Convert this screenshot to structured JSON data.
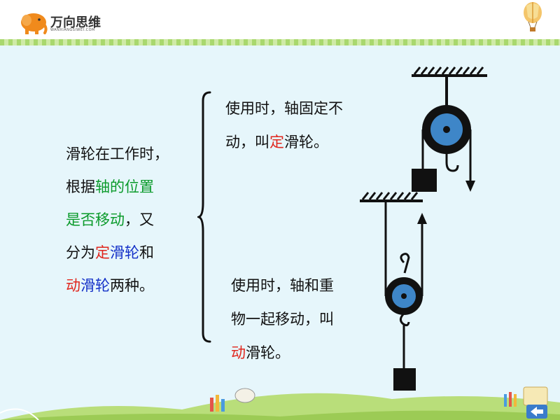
{
  "logo": {
    "name": "万向思维",
    "subtitle": "WANXIANGSIWEI.COM"
  },
  "left_text": {
    "line1": "滑轮在工作时，",
    "line2_prefix": "根据",
    "line2_green": "轴的位置",
    "line3_green": "是否移动",
    "line3_suffix": "，又",
    "line4_prefix": "分为",
    "line4_red": "定",
    "line4_blue": "滑轮",
    "line4_suffix": "和",
    "line5_red": "动",
    "line5_blue": "滑轮",
    "line5_suffix": "两种。"
  },
  "fixed_pulley_text": {
    "line1": "使用时，轴固定不",
    "line2_prefix": "动，叫",
    "line2_red": "定",
    "line2_suffix": "滑轮。"
  },
  "movable_pulley_text": {
    "line1": "使用时，轴和重",
    "line2": "物一起移动，叫",
    "line3_red": "动",
    "line3_suffix": "滑轮。"
  },
  "colors": {
    "highlight_green": "#0A9A2A",
    "highlight_red": "#E0261D",
    "highlight_blue": "#1330C8",
    "pulley_blue": "#3E86C8"
  },
  "icons": [
    "elephant-logo-icon",
    "balloon-icon",
    "back-arrow-icon"
  ]
}
